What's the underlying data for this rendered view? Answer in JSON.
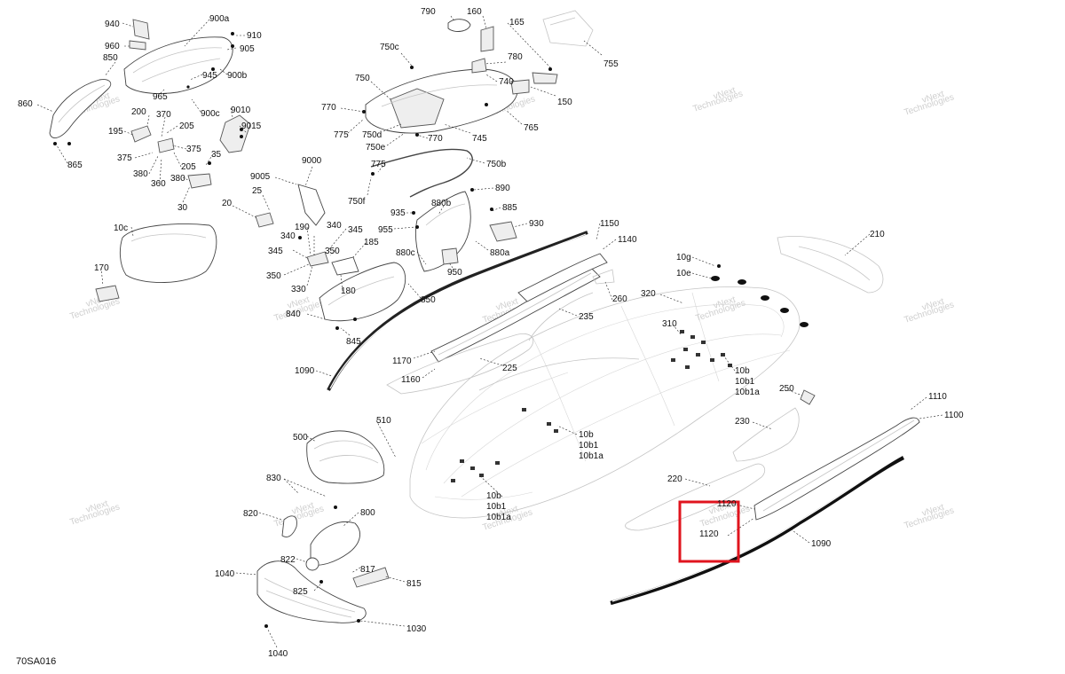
{
  "diagram_code": "70SA016",
  "watermark": {
    "line1": "vNext",
    "line2": "Technologies"
  },
  "highlight_color": "#e0141e",
  "callouts": {
    "c940": "940",
    "c900a": "900a",
    "c910": "910",
    "c960": "960",
    "c905": "905",
    "c850a": "850",
    "c945": "945",
    "c900b": "900b",
    "c965": "965",
    "c860": "860",
    "c900c": "900c",
    "c200": "200",
    "c370": "370",
    "c9010": "9010",
    "c205a": "205",
    "c195": "195",
    "c9015": "9015",
    "c375a": "375",
    "c375b": "375",
    "c35": "35",
    "c205b": "205",
    "c865": "865",
    "c380a": "380",
    "c380b": "380",
    "c360": "360",
    "c30": "30",
    "c790": "790",
    "c160": "160",
    "c165": "165",
    "c750c": "750c",
    "c780": "780",
    "c755": "755",
    "c750": "750",
    "c740": "740",
    "c150": "150",
    "c770a": "770",
    "c775a": "775",
    "c750d": "750d",
    "c765": "765",
    "c745": "745",
    "c750e": "750e",
    "c770b": "770",
    "c775b": "775",
    "c750b": "750b",
    "c750f": "750f",
    "c9005": "9005",
    "c9000": "9000",
    "c25": "25",
    "c20": "20",
    "c890": "890",
    "c880b": "880b",
    "c885": "885",
    "c935": "935",
    "c930": "930",
    "c955": "955",
    "c880a": "880a",
    "c880c": "880c",
    "c950": "950",
    "c10c": "10c",
    "c190": "190",
    "c340a": "340",
    "c340b": "340",
    "c345a": "345",
    "c345b": "345",
    "c185": "185",
    "c170": "170",
    "c350a": "350",
    "c350b": "350",
    "c330": "330",
    "c180": "180",
    "c850b": "850",
    "c840": "840",
    "c845": "845",
    "c1150": "1150",
    "c1140": "1140",
    "c260": "260",
    "c235": "235",
    "c1170": "1170",
    "c225": "225",
    "c1160": "1160",
    "c1090a": "1090",
    "c10g": "10g",
    "c10e": "10e",
    "c210": "210",
    "c320": "320",
    "c310": "310",
    "c10b1": "10b",
    "c10b1b": "10b1",
    "c10b1a": "10b1a",
    "c10b2": "10b",
    "c10b2b": "10b1",
    "c10b2a": "10b1a",
    "c10b3": "10b",
    "c10b3b": "10b1",
    "c10b3a": "10b1a",
    "c250": "250",
    "c1110": "1110",
    "c1100": "1100",
    "c230": "230",
    "c220": "220",
    "c1120a": "1120",
    "c1120b": "1120",
    "c1090b": "1090",
    "c510": "510",
    "c500": "500",
    "c830": "830",
    "c820": "820",
    "c800": "800",
    "c822": "822",
    "c1040a": "1040",
    "c817": "817",
    "c815": "815",
    "c825": "825",
    "c1030": "1030",
    "c1040b": "1040"
  }
}
